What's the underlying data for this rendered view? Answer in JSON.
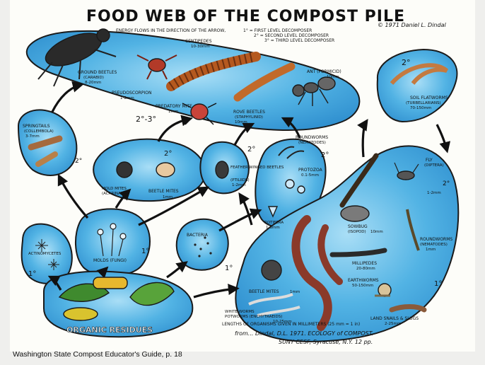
{
  "title": "FOOD WEB OF THE COMPOST PILE",
  "copyright": "© 1971 Daniel L. Dindal",
  "subtitle": "ENERGY FLOWS IN THE DIRECTION OF THE ARROW,",
  "legend": {
    "first": "1° = FIRST LEVEL DECOMPOSER",
    "second": "2° = SECOND LEVEL DECOMPOSER",
    "third": "3° = THIRD LEVEL DECOMPOSER"
  },
  "levels": {
    "first": "1°",
    "second": "2°",
    "third": "2°-3°"
  },
  "organisms": {
    "ground_beetles": {
      "name": "GROUND BEETLES",
      "sub": "(CARABID)",
      "size": "8-20mm"
    },
    "centipedes": {
      "name": "CENTIPEDES",
      "size": "10-30mm"
    },
    "pseudoscorpion": {
      "name": "PSEUDOSCORPION",
      "size": "1-2mm"
    },
    "predatory_mite": {
      "name": "PREDATORY MITE",
      "size": "1mm"
    },
    "rove_beetles": {
      "name": "ROVE BEETLES",
      "sub": "(STAPHYLINID)",
      "size": "10mm"
    },
    "ant": {
      "name": "ANT (FORMICID)",
      "size": "10mm"
    },
    "flatworms": {
      "name": "SOIL FLATWORMS",
      "sub": "(TURBELLARIANS)",
      "size": "70-150mm"
    },
    "springtails": {
      "name": "SPRINGTAILS",
      "sub": "(COLLEMBOLA)",
      "size": "3-7mm"
    },
    "mold_mites": {
      "name": "MOLD MITES",
      "sub": "(ACARINA)"
    },
    "beetle_mites_top": {
      "name": "BEETLE MITES",
      "size": "1mm"
    },
    "feather_beetles": {
      "name": "FEATHER-WINGED BEETLES",
      "sub": "(PTILIIDS)",
      "size": "1-2mm"
    },
    "roundworms_top": {
      "name": "ROUNDWORMS",
      "sub": "(NEMATODES)"
    },
    "protozoa": {
      "name": "PROTOZOA",
      "size": "0.1-5mm"
    },
    "rotifera": {
      "name": "ROTIFERA",
      "size": "1-3mm"
    },
    "fly": {
      "name": "FLY",
      "sub": "(DIPTERA)",
      "size": "1-2mm"
    },
    "actinomycetes": {
      "name": "ACTINOMYCETES"
    },
    "molds": {
      "name": "MOLDS (FUNGI)"
    },
    "bacteria": {
      "name": "BACTERIA"
    },
    "sowbug": {
      "name": "SOWBUG",
      "sub": "(ISOPOD)",
      "size": "10mm"
    },
    "roundworms_bottom": {
      "name": "ROUNDWORMS",
      "sub": "(NEMATODES)",
      "size": "1mm"
    },
    "millipedes": {
      "name": "MILLIPEDES",
      "size": "20-80mm"
    },
    "earthworms": {
      "name": "EARTHWORMS",
      "size": "50-150mm"
    },
    "beetle_mites_bottom": {
      "name": "BEETLE MITES",
      "size": "1mm"
    },
    "white_worms": {
      "name": "WHITE WORMS",
      "sub": "POTWORMS (ENCHYTRAEIDS)",
      "size": "10-25mm"
    },
    "snails": {
      "name": "LAND SNAILS & SLUGS",
      "size": "2-25mm"
    },
    "organic_residues": {
      "name": "ORGANIC RESIDUES"
    }
  },
  "footnote": {
    "lengths": "LENGTHS OF ORGANISMS GIVEN IN MILLIMETERS (25 mm = 1 in)",
    "source1": "from... Dindal, D.L. 1971. ECOLOGY of COMPOST.",
    "source2": "SUNY CESF, Syracuse, N.Y. 12 pp."
  },
  "caption": "Washington State Compost Educator's Guide, p. 18",
  "colors": {
    "blob": "#3aa3dc",
    "blob_light": "#8fd2f2",
    "outline": "#1a1a1a",
    "paper": "#fdfdf9"
  }
}
